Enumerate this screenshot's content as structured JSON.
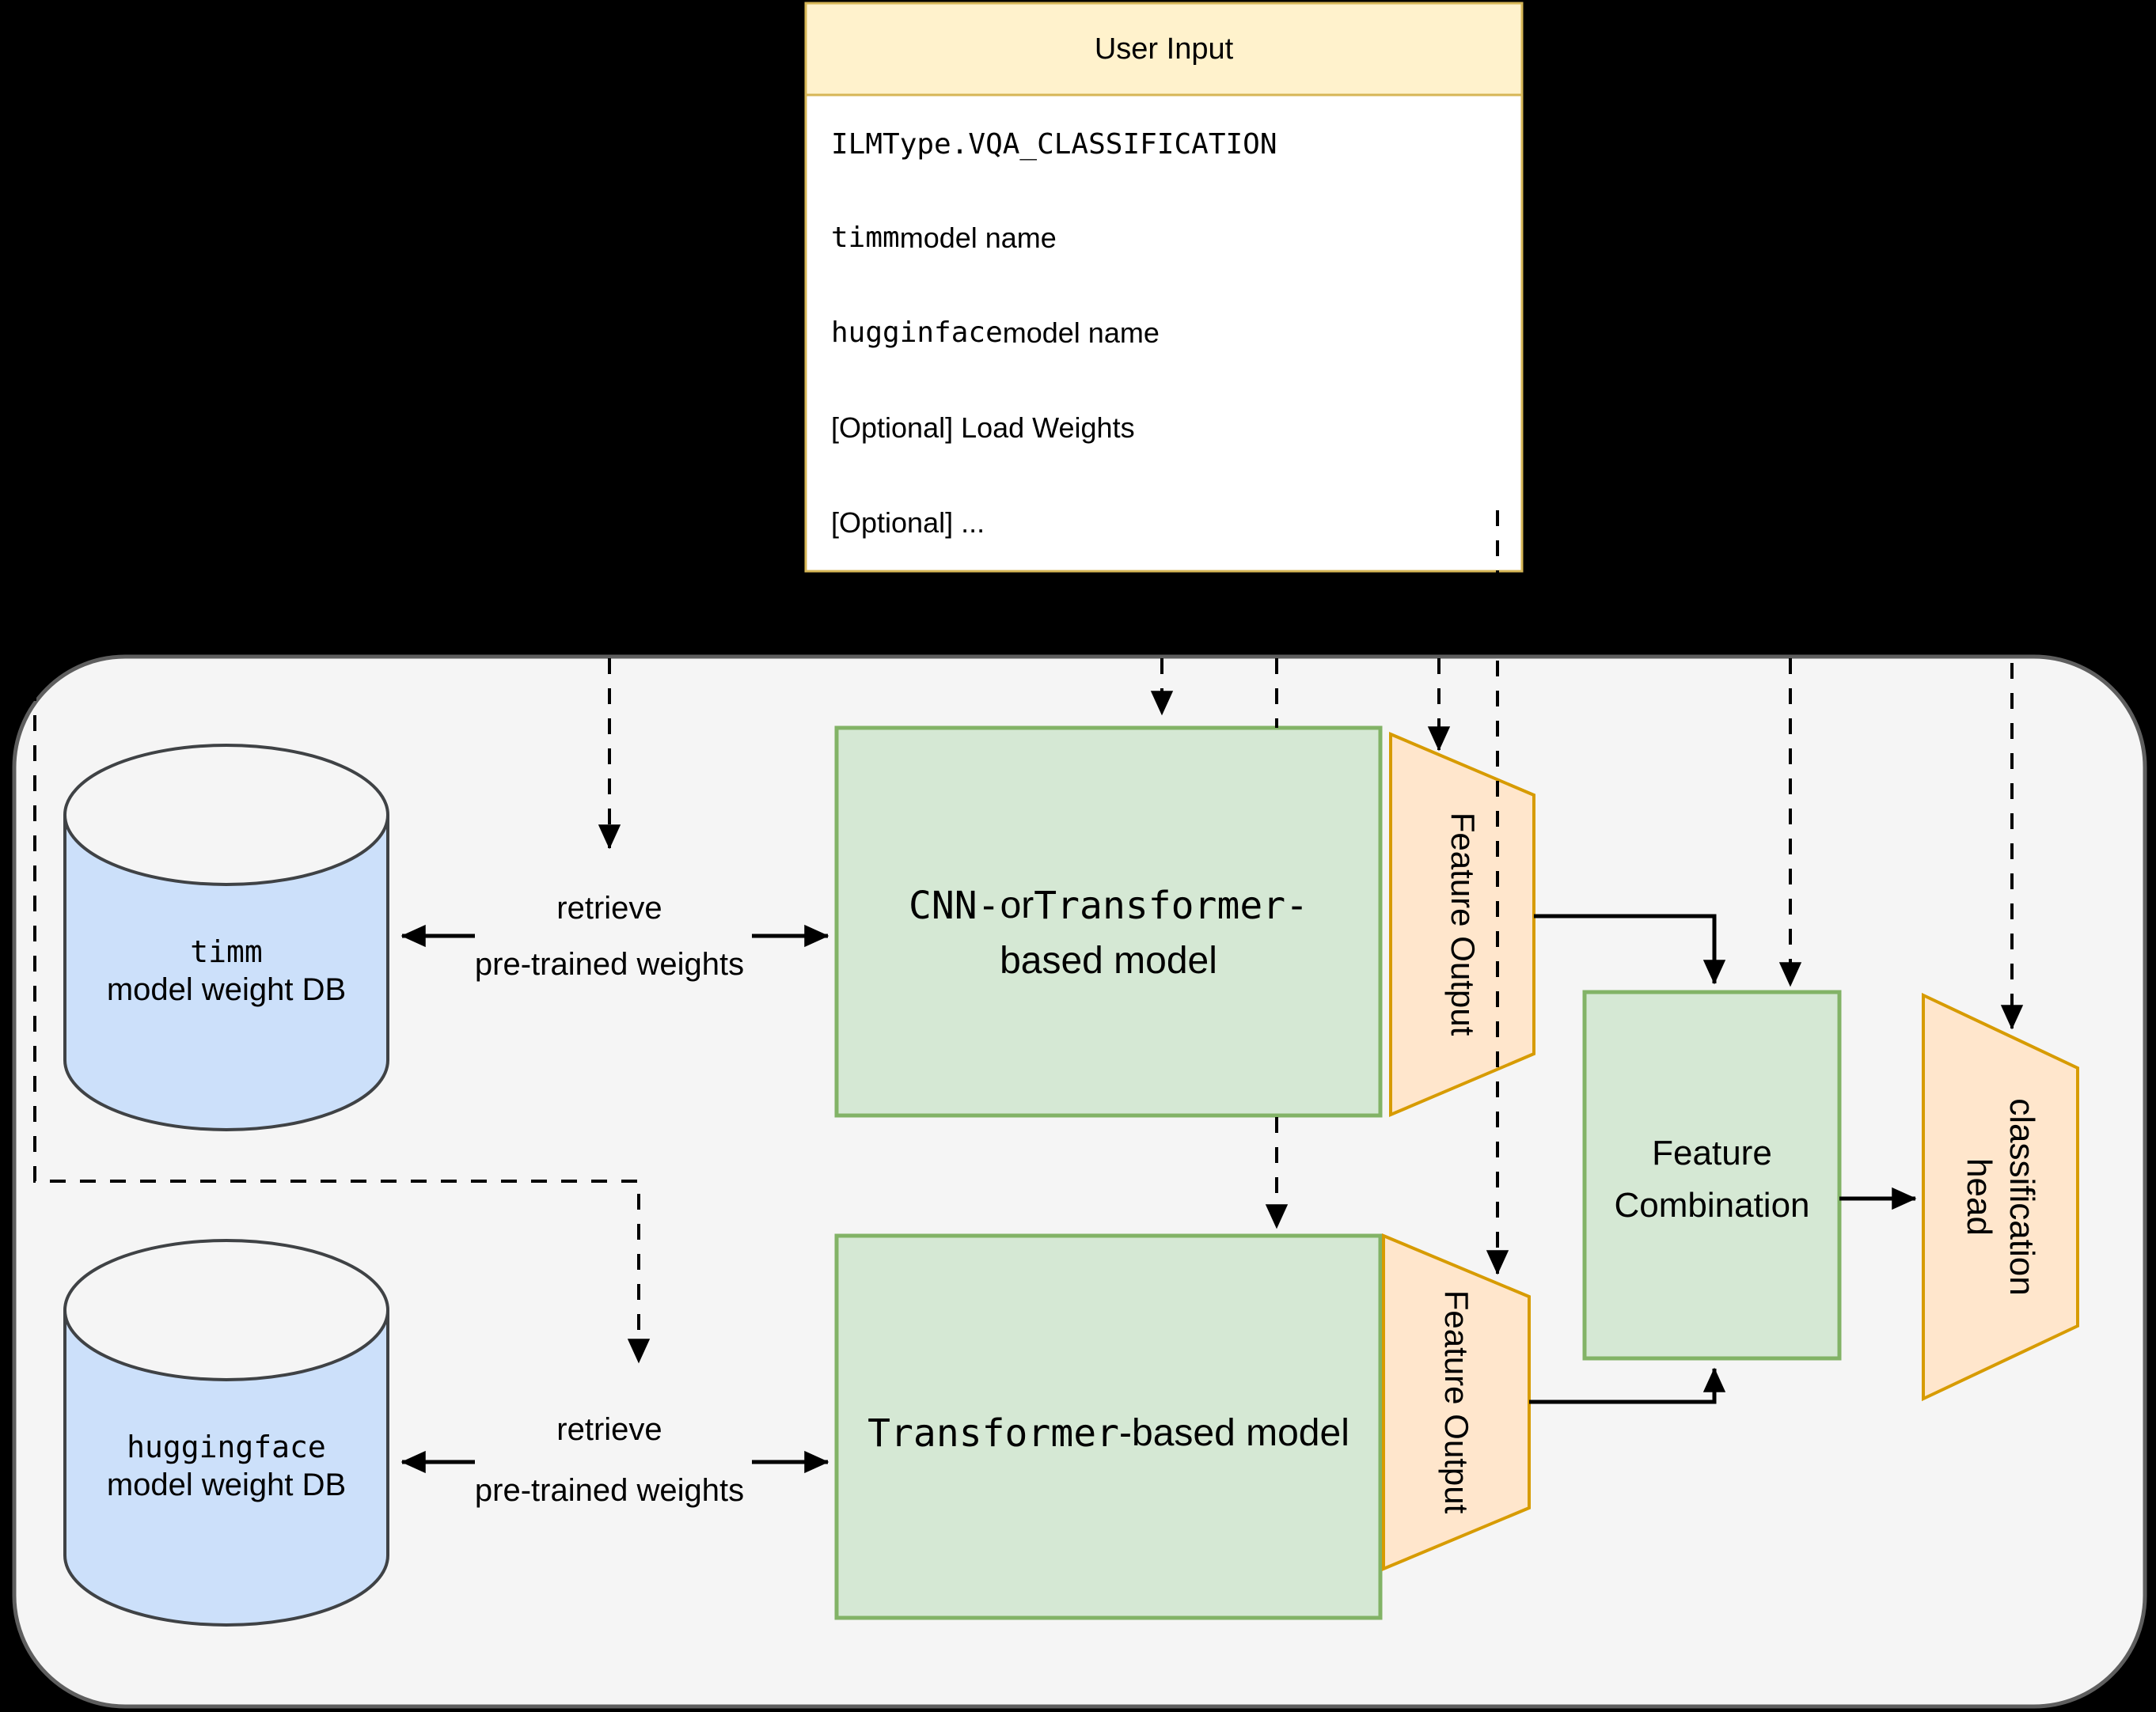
{
  "colors": {
    "background": "#000000",
    "container_fill": "#F5F5F5",
    "container_border": "#5E5E5E",
    "user_input_header_fill": "#FFF2CC",
    "user_input_border": "#D6B656",
    "database_fill": "#CCE0FA",
    "database_border": "#3F4245",
    "model_box_fill": "#D5E8D4",
    "model_box_border": "#82B366",
    "funnel_fill": "#FFE6CC",
    "funnel_border": "#D79B00",
    "arrow": "#000000"
  },
  "user_input": {
    "title": "User Input",
    "rows": [
      {
        "code": "ILMType.VQA_CLASSIFICATION",
        "text": ""
      },
      {
        "code": "timm",
        "text": " model name"
      },
      {
        "code": "hugginface",
        "text": " model name"
      },
      {
        "code": "",
        "text": "[Optional] Load Weights"
      },
      {
        "code": "",
        "text": "[Optional] ..."
      }
    ]
  },
  "databases": {
    "timm": {
      "name_code": "timm",
      "label": "model weight DB"
    },
    "huggingface": {
      "name_code": "huggingface",
      "label": "model weight DB"
    }
  },
  "edges": {
    "retrieve_top": {
      "line1": "retrieve",
      "line2": "pre-trained weights"
    },
    "retrieve_bottom": {
      "line1": "retrieve",
      "line2": "pre-trained weights"
    }
  },
  "models": {
    "top": {
      "code1": "CNN-",
      "mid": " or ",
      "code2": "Transformer-",
      "line2": "based model"
    },
    "bottom": {
      "code": "Transformer",
      "rest": "-based model"
    }
  },
  "feature_outputs": {
    "top": "Feature Output",
    "bottom": "Feature Output"
  },
  "feature_combination": {
    "line1": "Feature",
    "line2": "Combination"
  },
  "classification_head": {
    "line1": "classification",
    "line2": "head"
  }
}
